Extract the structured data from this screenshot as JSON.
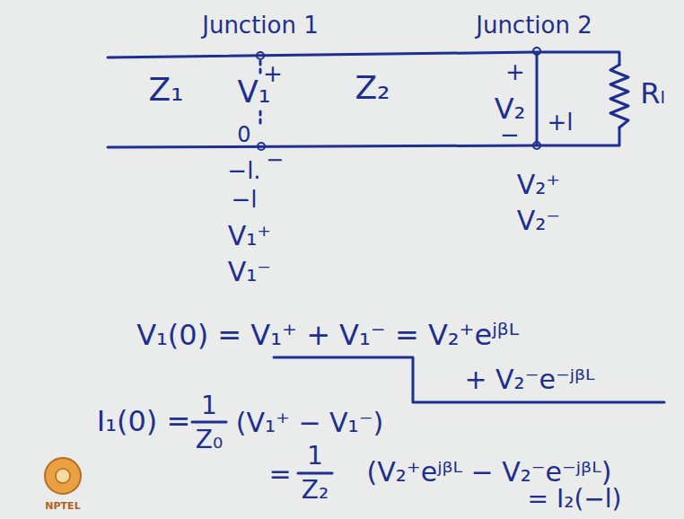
{
  "diagram": {
    "labels": [
      "Junction 1",
      "Junction 2",
      "+",
      "Z₁",
      "V₁",
      "Z₂",
      "+",
      "V₂",
      "Rₗ",
      "−",
      "+l",
      "0",
      "−",
      "−l.",
      "−l",
      "V₁⁺",
      "V₁⁻",
      "V₂⁺",
      "V₂⁻",
      "V₁(0) = V₁⁺ + V₁⁻ = V₂⁺eʲᵝᴸ",
      "+ V₂⁻e⁻ʲᵝᴸ",
      "I₁(0) =",
      "1",
      "Z₀",
      "(V₁⁺ − V₁⁻)",
      "=",
      "1",
      "Z₂",
      "(V₂⁺eʲᵝᴸ − V₂⁻e⁻ʲᵝᴸ)",
      "= I₂(−l)",
      "NPTEL"
    ]
  }
}
